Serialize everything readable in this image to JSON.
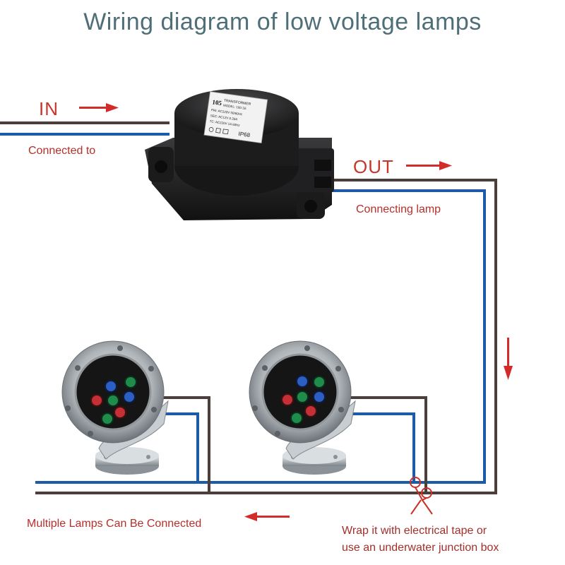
{
  "title": "Wiring diagram of low voltage lamps",
  "labels": {
    "in": "IN",
    "out": "OUT",
    "connected_to": "Connected to",
    "connecting_lamp": "Connecting lamp",
    "multiple": "Multiple Lamps Can Be Connected",
    "wrap_line1": "Wrap it with electrical tape or",
    "wrap_line2": "use an underwater junction box"
  },
  "transformer_label": {
    "brand": "105",
    "line1": "TRANSFORMER",
    "line2": "MODEL: 100-1E",
    "line3": "PRI: AC220V 50/60Hz",
    "line4": "SEC: AC12V 0.33A",
    "line5": "TC: AC220V 1A 60Hz",
    "ip": "IP68"
  },
  "colors": {
    "wire_brown": "#4a3f3b",
    "wire_blue": "#1d5aa8",
    "arrow_red": "#d32a2a",
    "title": "#4f6f78"
  },
  "icons": [
    "arrow-right-icon",
    "arrow-down-icon",
    "arrow-left-icon"
  ]
}
